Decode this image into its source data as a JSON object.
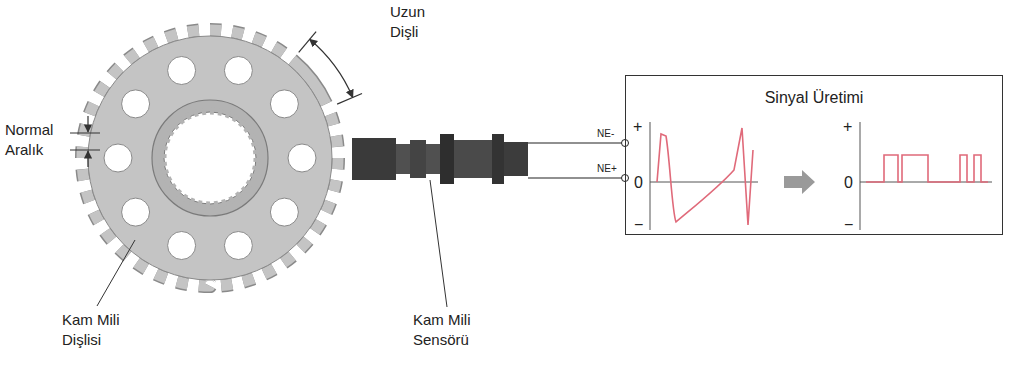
{
  "diagram": {
    "nodes": [
      {
        "text": [
          "Sinyal Üretimi"
        ]
      }
    ],
    "labels": [
      "Uzun Dişli",
      "Normal Aralık",
      "Kam Mili Dişlisi",
      "Kam Mili Sensörü",
      "NE-",
      "NE+",
      "+",
      "0",
      "−",
      "+",
      "0",
      "−"
    ]
  }
}
